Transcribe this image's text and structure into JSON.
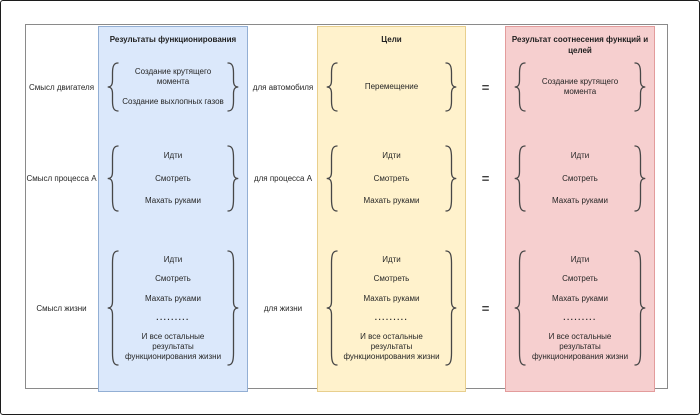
{
  "columns": {
    "functions": {
      "header": "Результаты функционирования",
      "fill": "#dbe8fb",
      "border": "#93afd4"
    },
    "goals": {
      "header": "Цели",
      "fill": "#fff2cc",
      "border": "#e8cf8e"
    },
    "result": {
      "header": "Результат соотнесения функций и целей",
      "fill": "#f6cfcf",
      "border": "#e39c9c"
    }
  },
  "equals_symbol": "=",
  "rows": [
    {
      "left_label": "Смысл двигателя",
      "functions": [
        "Создание крутящего момента",
        "Создание выхлопных газов"
      ],
      "gap_label": "для автомобиля",
      "goals": [
        "Перемещение"
      ],
      "result": [
        "Создание крутящего момента"
      ]
    },
    {
      "left_label": "Смысл процесса А",
      "functions": [
        "Идти",
        "Смотреть",
        "Махать руками"
      ],
      "gap_label": "для процесса А",
      "goals": [
        "Идти",
        "Смотреть",
        "Махать руками"
      ],
      "result": [
        "Идти",
        "Смотреть",
        "Махать руками"
      ]
    },
    {
      "left_label": "Смысл жизни",
      "functions": [
        "Идти",
        "Смотреть",
        "Махать руками",
        ".........",
        "И все остальные результаты функционирования жизни"
      ],
      "gap_label": "для жизни",
      "goals": [
        "Идти",
        "Смотреть",
        "Махать руками",
        ".........",
        "И все остальные результаты функционирования жизни"
      ],
      "result": [
        "Идти",
        "Смотреть",
        "Махать руками",
        ".........",
        "И все остальные результаты функционирования жизни"
      ]
    }
  ]
}
